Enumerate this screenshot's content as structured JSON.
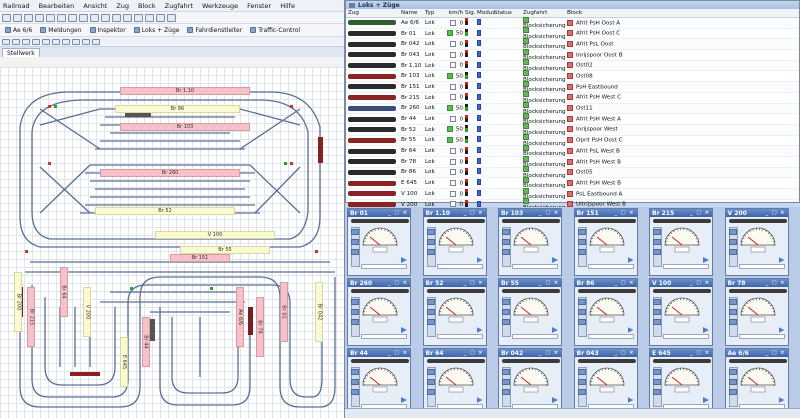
{
  "menu": [
    "Railroad",
    "Bearbeiten",
    "Ansicht",
    "Zug",
    "Block",
    "Zugfahrt",
    "Werkzeuge",
    "Fenster",
    "Hilfe"
  ],
  "tabs": [
    "Ae 6/6",
    "Meldungen",
    "Inspektor",
    "Loks + Züge",
    "Fahrdienstleiter",
    "Traffic-Control"
  ],
  "stellwerk_tab": "Stellwerk",
  "blocks": {
    "b1": "Br 1.10",
    "b2": "Br 86",
    "b3": "Br 103",
    "b4": "Br 260",
    "b5": "Br 52",
    "b6": "V 100",
    "b7": "Br 55",
    "b8": "Br 151",
    "b9": "Br 200",
    "b10": "Br 215",
    "b11": "Br 64",
    "b12": "V 200",
    "b13": "E 645",
    "b14": "Br 44",
    "b15": "Ae 6/6",
    "b16": "Br 78",
    "b17": "Br 01",
    "b18": "Br 042"
  },
  "lok_panel": {
    "title": "Loks + Züge",
    "columns": [
      "Zug",
      "Name",
      "Typ",
      "km/h",
      "Sig.",
      "Modus",
      "Status",
      "Zugfahrt",
      "Block"
    ],
    "rows": [
      {
        "name": "Ae 6/6",
        "typ": "Lok",
        "kmh": "0",
        "block": "Afrit PsH Oost A"
      },
      {
        "name": "Br 01",
        "typ": "Lok",
        "kmh": "50",
        "block": "Afrit PsH Oost C"
      },
      {
        "name": "Br 042",
        "typ": "Lok",
        "kmh": "0",
        "block": "Afrit PsL Oost"
      },
      {
        "name": "Br 043",
        "typ": "Lok",
        "kmh": "0",
        "block": "Inrijspoor Oost B"
      },
      {
        "name": "Br 1.10",
        "typ": "Lok",
        "kmh": "0",
        "block": "Ost02"
      },
      {
        "name": "Br 103",
        "typ": "Lok",
        "kmh": "50",
        "block": "Ost08"
      },
      {
        "name": "Br 151",
        "typ": "Lok",
        "kmh": "0",
        "block": "PsH Eastbound"
      },
      {
        "name": "Br 215",
        "typ": "Lok",
        "kmh": "0",
        "block": "Afrit PsH West C"
      },
      {
        "name": "Br 260",
        "typ": "Lok",
        "kmh": "50",
        "block": "Ost11"
      },
      {
        "name": "Br 44",
        "typ": "Lok",
        "kmh": "0",
        "block": "Afrit PsH West A"
      },
      {
        "name": "Br 52",
        "typ": "Lok",
        "kmh": "50",
        "block": "Inrijspoor West"
      },
      {
        "name": "Br 55",
        "typ": "Lok",
        "kmh": "50",
        "block": "Oprit PsH Oost C"
      },
      {
        "name": "Br 64",
        "typ": "Lok",
        "kmh": "0",
        "block": "Afrit PsL West B"
      },
      {
        "name": "Br 78",
        "typ": "Lok",
        "kmh": "0",
        "block": "Afrit PsH West B"
      },
      {
        "name": "Br 86",
        "typ": "Lok",
        "kmh": "0",
        "block": "Ost05"
      },
      {
        "name": "E 645",
        "typ": "Lok",
        "kmh": "0",
        "block": "Afrit PsH West B"
      },
      {
        "name": "V 100",
        "typ": "Lok",
        "kmh": "0",
        "block": "PsL Eastbound A"
      },
      {
        "name": "V 200",
        "typ": "Lok",
        "kmh": "0",
        "block": "Uitrijspoor West B"
      }
    ],
    "zugfahrt": "Blocksicherung"
  },
  "cabs": [
    "Br 01",
    "Br 1.10",
    "Br 103",
    "Br 151",
    "Br 215",
    "V 200",
    "Br 260",
    "Br 52",
    "Br 55",
    "Br 86",
    "V 100",
    "Br 78",
    "Br 44",
    "Br 64",
    "Br 042",
    "Br 043",
    "E 645",
    "Ae 6/6"
  ],
  "cab_buttons": "_ □ ×",
  "gauge_ticks": [
    "20",
    "30",
    "40",
    "50",
    "60",
    "70",
    "80",
    "90",
    "100"
  ]
}
